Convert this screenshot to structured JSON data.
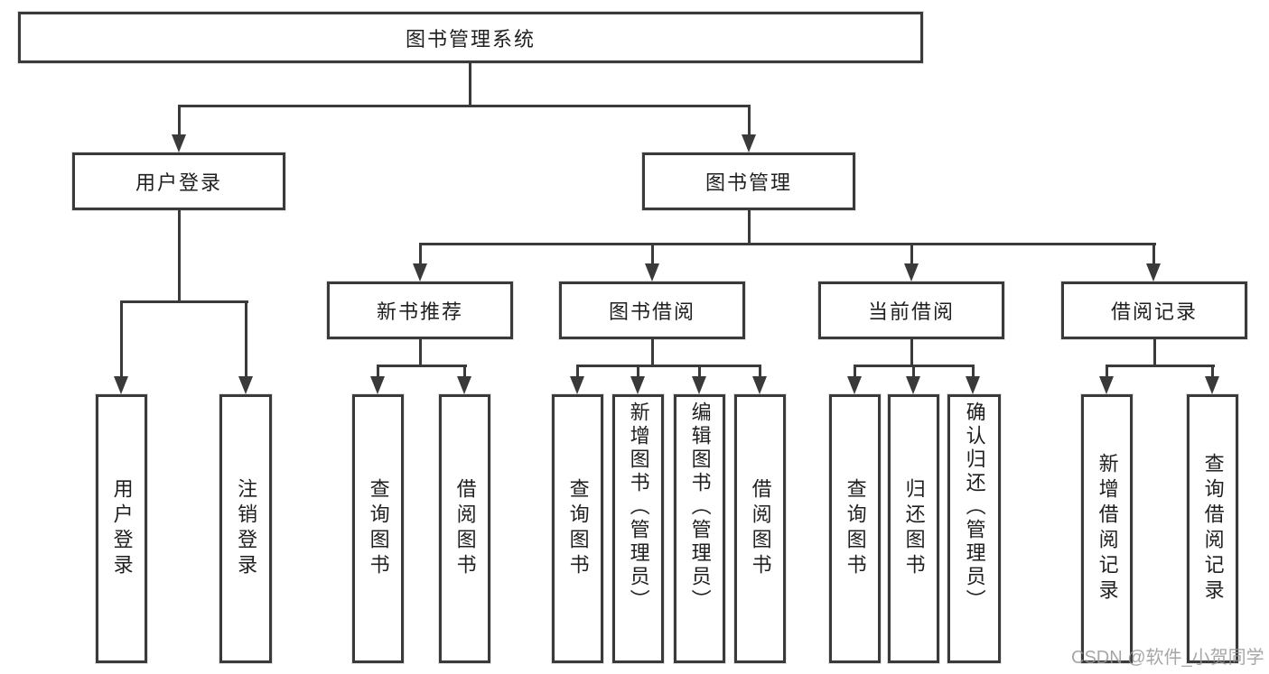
{
  "diagram_type": "functional-structure-tree",
  "tree": {
    "label": "图书管理系统",
    "children": [
      {
        "label": "用户登录",
        "children": [
          {
            "label": "用户登录"
          },
          {
            "label": "注销登录"
          }
        ]
      },
      {
        "label": "图书管理",
        "children": [
          {
            "label": "新书推荐",
            "children": [
              {
                "label": "查询图书"
              },
              {
                "label": "借阅图书"
              }
            ]
          },
          {
            "label": "图书借阅",
            "children": [
              {
                "label": "查询图书"
              },
              {
                "label": "新增图书（管理员）"
              },
              {
                "label": "编辑图书（管理员）"
              },
              {
                "label": "借阅图书"
              }
            ]
          },
          {
            "label": "当前借阅",
            "children": [
              {
                "label": "查询图书"
              },
              {
                "label": "归还图书"
              },
              {
                "label": "确认归还（管理员）"
              }
            ]
          },
          {
            "label": "借阅记录",
            "children": [
              {
                "label": "新增借阅记录"
              },
              {
                "label": "查询借阅记录"
              }
            ]
          }
        ]
      }
    ]
  },
  "watermark": {
    "text": "CSDN @软件_小贺同学"
  },
  "style": {
    "line_color": "#3a3a3a",
    "text_color": "#1f1f1f",
    "background_color": "#ffffff",
    "watermark_color": "#969696"
  }
}
